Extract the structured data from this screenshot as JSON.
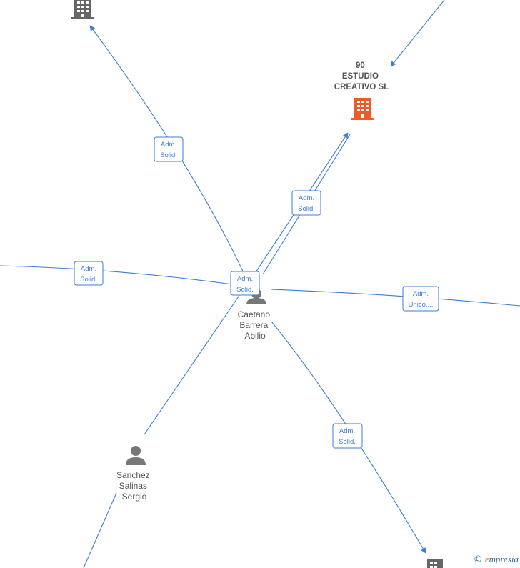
{
  "nodes": {
    "company_main": {
      "lines": [
        "90",
        "ESTUDIO",
        "CREATIVO  SL"
      ],
      "color": "#f05a28"
    },
    "company_top": {
      "color": "#666666"
    },
    "company_bottom": {
      "color": "#666666"
    },
    "person_center": {
      "lines": [
        "Caetano",
        "Barrera",
        "Abilio"
      ],
      "color": "#777777"
    },
    "person_sanchez": {
      "lines": [
        "Sanchez",
        "Salinas",
        "Sergio"
      ],
      "color": "#777777"
    }
  },
  "edge_labels": {
    "to_company_top": [
      "Adm.",
      "Solid."
    ],
    "to_company_main": [
      "Adm.",
      "Solid."
    ],
    "to_left": [
      "Adm.",
      "Solid."
    ],
    "center_self": [
      "Adm.",
      "Solid."
    ],
    "to_right": [
      "Adm.",
      "Unico,..."
    ],
    "to_company_bottom": [
      "Adm.",
      "Solid."
    ]
  },
  "colors": {
    "edge": "#3b7dd8",
    "node_text": "#555555"
  },
  "watermark": {
    "copyright": "©",
    "brand_initial": "e",
    "brand_rest": "mpresia"
  }
}
